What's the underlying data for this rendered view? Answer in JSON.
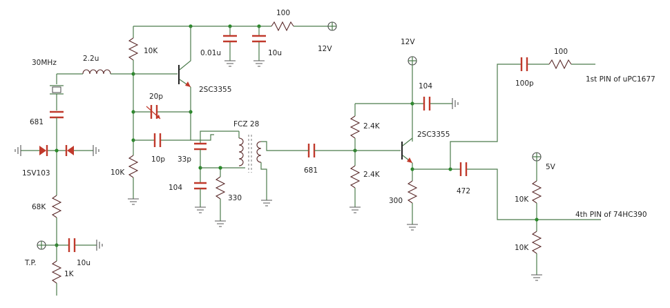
{
  "labels": {
    "osc_freq": "30MHz",
    "inductor": "2.2u",
    "r_top_left": "10K",
    "cap_001": "0.01u",
    "cap_10u_top": "10u",
    "r_100_top": "100",
    "supply_12v_left": "12V",
    "q1": "2SC3355",
    "cap_20p": "20p",
    "cap_681_left": "681",
    "cap_10p": "10p",
    "r_10k_bottom_left": "10K",
    "cap_33p": "33p",
    "fcz": "FCZ 28",
    "cap_104_left": "104",
    "r_330": "330",
    "diode": "1SV103",
    "r_68k": "68K",
    "tp": "T.P.",
    "cap_10u_bottom": "10u",
    "r_1k": "1K",
    "cap_681_mid": "681",
    "supply_12v_right": "12V",
    "cap_104_right": "104",
    "r_24k_top": "2.4K",
    "r_24k_bottom": "2.4K",
    "q2": "2SC3355",
    "r_300": "300",
    "r_100_right": "100",
    "cap_100p": "100p",
    "out_1": "1st PIN of uPC1677",
    "cap_472": "472",
    "supply_5v": "5V",
    "r_10k_right_top": "10K",
    "r_10k_right_bottom": "10K",
    "out_2": "4th PIN of 74HC390"
  }
}
